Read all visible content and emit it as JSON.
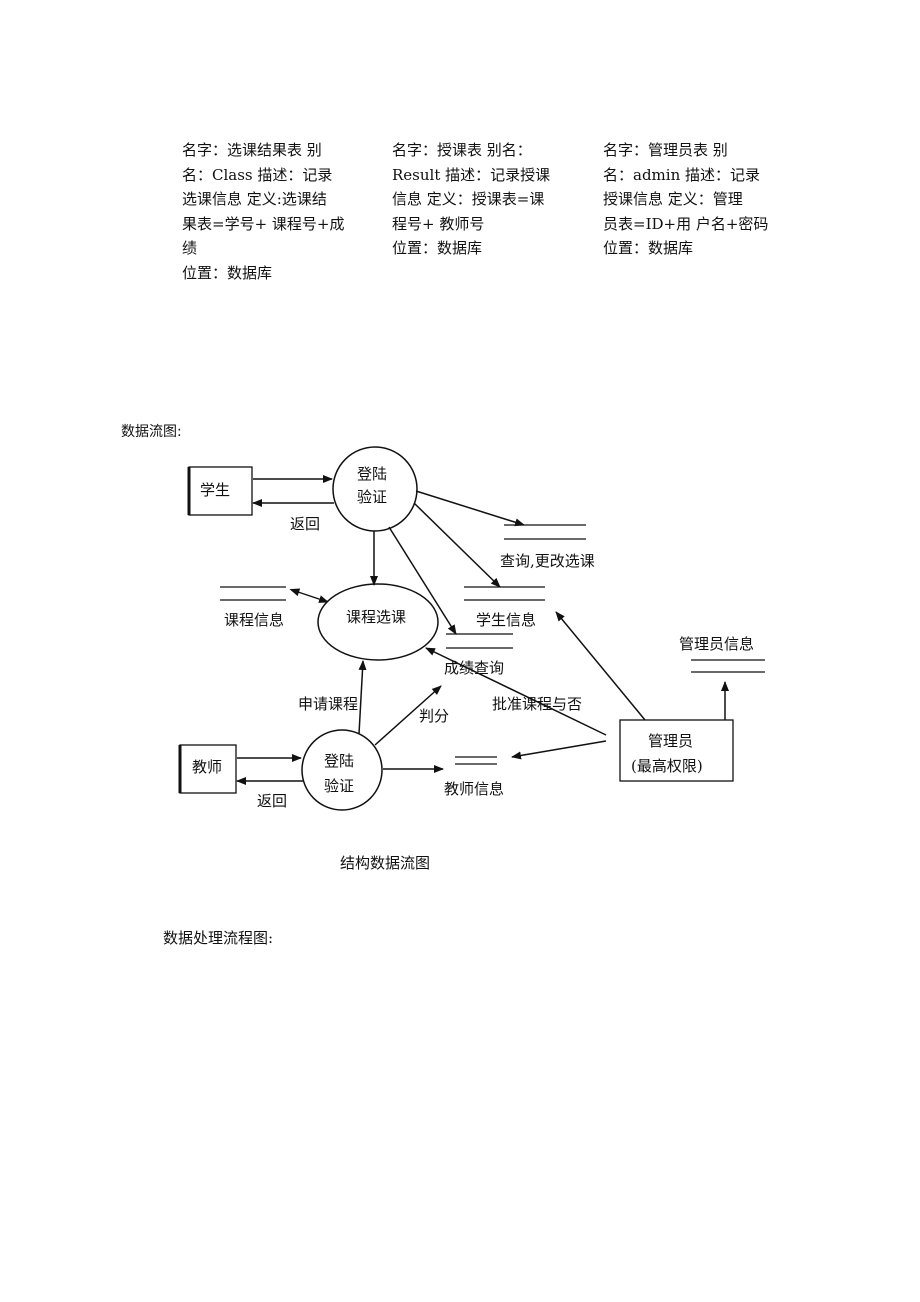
{
  "tables": [
    {
      "lines": [
        "名字：选课结果表 别",
        "名：Class 描述：记录",
        "选课信息 定义:选课结",
        "果表=学号+ 课程号+成",
        "绩",
        "位置：数据库"
      ]
    },
    {
      "lines": [
        "名字：授课表 别名：",
        "Result 描述：记录授课",
        "信息 定义：授课表=课",
        "程号+ 教师号",
        "位置：数据库"
      ]
    },
    {
      "lines": [
        "名字：管理员表 别",
        "名：admin 描述：记录",
        "授课信息 定义：管理",
        "员表=ID+用 户名+密码",
        "位置：数据库"
      ]
    }
  ],
  "dfd_heading": "数据流图:",
  "diagram": {
    "student": "学生",
    "teacher": "教师",
    "return_top": "返回",
    "return_bottom": "返回",
    "login_top_1": "登陆",
    "login_top_2": "验证",
    "login_bottom_1": "登陆",
    "login_bottom_2": "验证",
    "course_select": "课程选课",
    "course_info": "课程信息",
    "query_change": "查询,更改选课",
    "student_info": "学生信息",
    "score_query": "成绩查询",
    "admin_info": "管理员信息",
    "apply_course": "申请课程",
    "grading": "判分",
    "approve": "批准课程与否",
    "admin_1": "管理员",
    "admin_2": "(最高权限)",
    "teacher_info": "教师信息"
  },
  "caption": "结构数据流图",
  "process_heading": "数据处理流程图:"
}
